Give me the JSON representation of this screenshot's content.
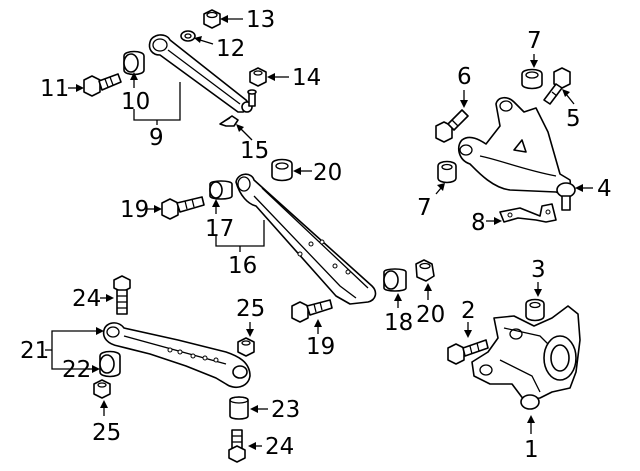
{
  "labels": {
    "n1": "1",
    "n2": "2",
    "n3": "3",
    "n4": "4",
    "n5": "5",
    "n6": "6",
    "n7a": "7",
    "n7b": "7",
    "n8": "8",
    "n9": "9",
    "n10": "10",
    "n11": "11",
    "n12": "12",
    "n13": "13",
    "n14": "14",
    "n15": "15",
    "n16": "16",
    "n17": "17",
    "n18": "18",
    "n19a": "19",
    "n19b": "19",
    "n20a": "20",
    "n20b": "20",
    "n21": "21",
    "n22": "22",
    "n23": "23",
    "n24a": "24",
    "n24b": "24",
    "n25a": "25",
    "n25b": "25"
  }
}
